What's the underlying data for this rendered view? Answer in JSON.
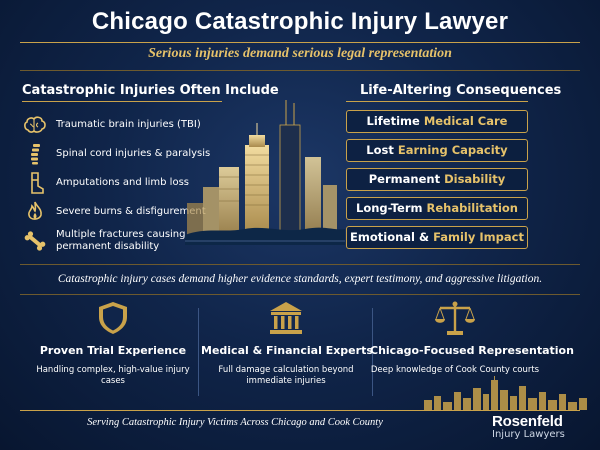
{
  "header": {
    "title": "Chicago Catastrophic Injury Lawyer",
    "subtitle": "Serious injuries demand serious legal representation"
  },
  "injuries": {
    "heading": "Catastrophic Injuries Often Include",
    "items": [
      {
        "icon": "brain-icon",
        "label": "Traumatic brain injuries (TBI)"
      },
      {
        "icon": "spine-icon",
        "label": "Spinal cord injuries & paralysis"
      },
      {
        "icon": "leg-icon",
        "label": "Amputations and limb loss"
      },
      {
        "icon": "flame-icon",
        "label": "Severe burns & disfigurement"
      },
      {
        "icon": "bone-icon",
        "label": "Multiple fractures causing permanent disability"
      }
    ]
  },
  "consequences": {
    "heading": "Life-Altering Consequences",
    "items": [
      {
        "white": "Lifetime",
        "gold": "Medical Care"
      },
      {
        "white": "Lost",
        "gold": "Earning Capacity"
      },
      {
        "white": "Permanent",
        "gold": "Disability"
      },
      {
        "white": "Long-Term",
        "gold": "Rehabilitation"
      },
      {
        "white": "Emotional &",
        "gold": "Family Impact"
      }
    ]
  },
  "statement": "Catastrophic injury cases demand higher evidence standards, expert testimony, and aggressive litigation.",
  "features": [
    {
      "icon": "shield-icon",
      "title": "Proven Trial Experience",
      "desc": "Handling complex, high-value injury cases"
    },
    {
      "icon": "courthouse-icon",
      "title": "Medical & Financial Experts",
      "desc": "Full damage calculation beyond immediate injuries"
    },
    {
      "icon": "scales-icon",
      "title": "Chicago-Focused Representation",
      "desc": "Deep knowledge of Cook County courts"
    }
  ],
  "footer": {
    "tagline": "Serving Catastrophic Injury Victims Across Chicago and Cook County",
    "brand_name": "Rosenfeld",
    "brand_sub": "Injury Lawyers"
  },
  "colors": {
    "background": "#10254a",
    "accent_gold": "#c9a24a",
    "gold_text": "#e6c26a"
  }
}
